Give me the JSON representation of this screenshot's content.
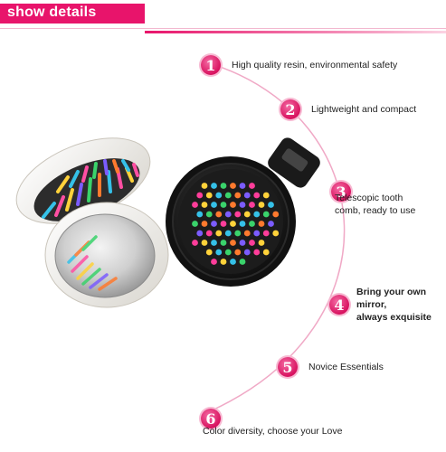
{
  "header": {
    "title": "show details"
  },
  "features": [
    {
      "num": "1",
      "text": "High quality resin, environmental safety"
    },
    {
      "num": "2",
      "text": "Lightweight and compact"
    },
    {
      "num": "3",
      "text_line1": "Telescopic tooth",
      "text_line2": "comb, ready to use"
    },
    {
      "num": "4",
      "text_line1": "Bring your own mirror,",
      "text_line2": "always exquisite"
    },
    {
      "num": "5",
      "text": "Novice Essentials"
    },
    {
      "num": "6",
      "text": "Color diversity, choose your Love"
    }
  ],
  "colors": {
    "accent": "#e8146b",
    "arc": "#f0a9c6"
  },
  "icons": [
    "product-photo-open-brush-mirror",
    "product-photo-closed-brush"
  ]
}
